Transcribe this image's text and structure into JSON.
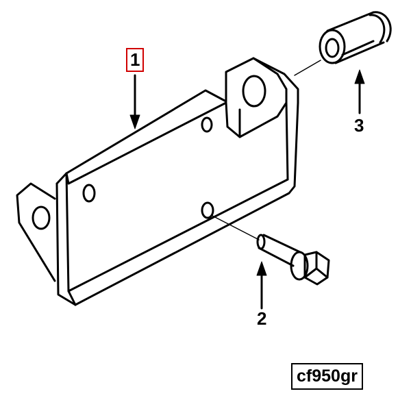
{
  "callouts": {
    "part1": "1",
    "part2": "2",
    "part3": "3"
  },
  "figure_code": "cf950gr"
}
